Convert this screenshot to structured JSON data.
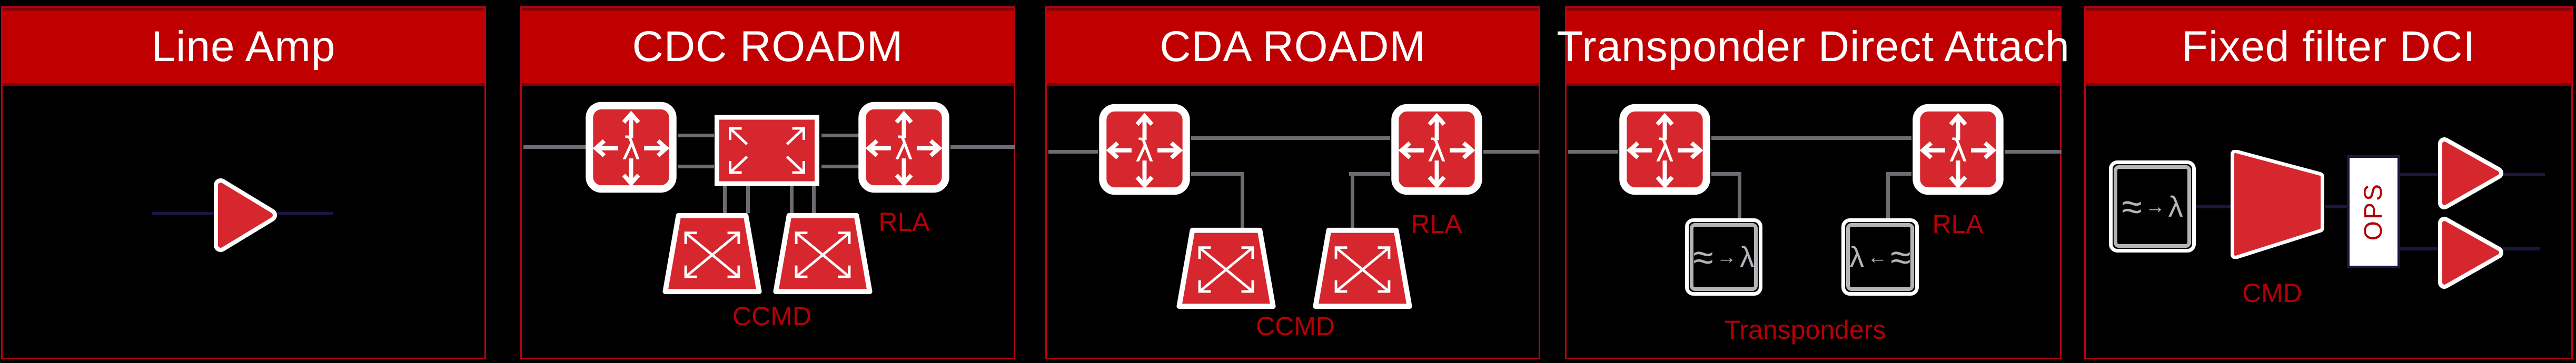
{
  "panels": {
    "line_amp": {
      "title": "Line Amp"
    },
    "cdc": {
      "title": "CDC ROADM",
      "rla_label": "RLA",
      "ccmd_label": "CCMD"
    },
    "cda": {
      "title": "CDA ROADM",
      "rla_label": "RLA",
      "ccmd_label": "CCMD"
    },
    "tda": {
      "title": "Transponder Direct Attach",
      "rla_label": "RLA",
      "transponders_label": "Transponders"
    },
    "dci": {
      "title": "Fixed filter DCI",
      "cmd_label": "CMD",
      "ops_label": "OPS"
    }
  },
  "glyphs": {
    "lambda": "λ",
    "approx": "≈",
    "arrow_right": "→",
    "arrow_left": "←"
  },
  "colors": {
    "header_red": "#c00000",
    "panel_border_red": "#b50410",
    "icon_red": "#d7272e",
    "label_dark_red": "#b50007",
    "line_gray": "#6d6a72",
    "line_navy": "#1e1440",
    "transponder_gray": "#b5b2b8",
    "white": "#ffffff",
    "background": "#000000"
  }
}
